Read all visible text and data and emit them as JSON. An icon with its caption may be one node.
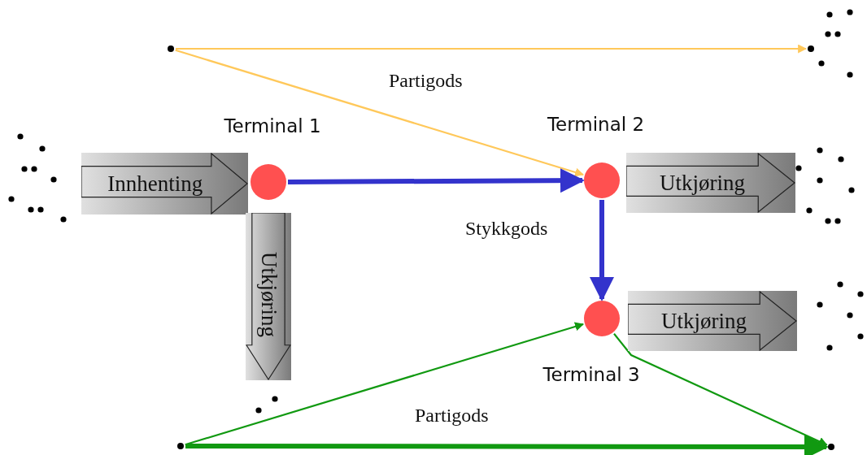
{
  "diagram": {
    "nodes": [
      {
        "text": [],
        "shape": "circle"
      },
      {
        "text": [],
        "shape": "circle"
      },
      {
        "text": [
          "Terminal 1"
        ]
      },
      {
        "text": [
          "Terminal 2"
        ]
      },
      {
        "text": [
          "Terminal 3"
        ]
      },
      {
        "text": [],
        "shape": "circle"
      },
      {
        "text": [],
        "shape": "circle"
      },
      {
        "text": [
          "Innhenting"
        ]
      },
      {
        "text": [
          "Utkjøring"
        ]
      },
      {
        "text": [
          "Utkjøring"
        ]
      },
      {
        "text": [
          "Utkjøring"
        ]
      }
    ],
    "edges": [
      {
        "from": 0,
        "to": 1,
        "arrow": "to",
        "color": "#ffc85a"
      },
      {
        "from": 0,
        "to": 3,
        "arrow": "to",
        "color": "#ffc85a"
      },
      {
        "from": 2,
        "to": 3,
        "arrow": "to",
        "style": "thick",
        "color": "#3333cc"
      },
      {
        "from": 3,
        "to": 4,
        "arrow": "to",
        "style": "thick",
        "color": "#3333cc"
      },
      {
        "from": 5,
        "to": 4,
        "arrow": "to",
        "color": "#119911"
      },
      {
        "from": 5,
        "to": 6,
        "arrow": "to",
        "style": "thick",
        "color": "#119911"
      },
      {
        "from": 4,
        "to": 6,
        "arrow": "to",
        "color": "#119911"
      }
    ],
    "labels": [
      "Partigods",
      "Stykkgods",
      "Partigods"
    ]
  }
}
